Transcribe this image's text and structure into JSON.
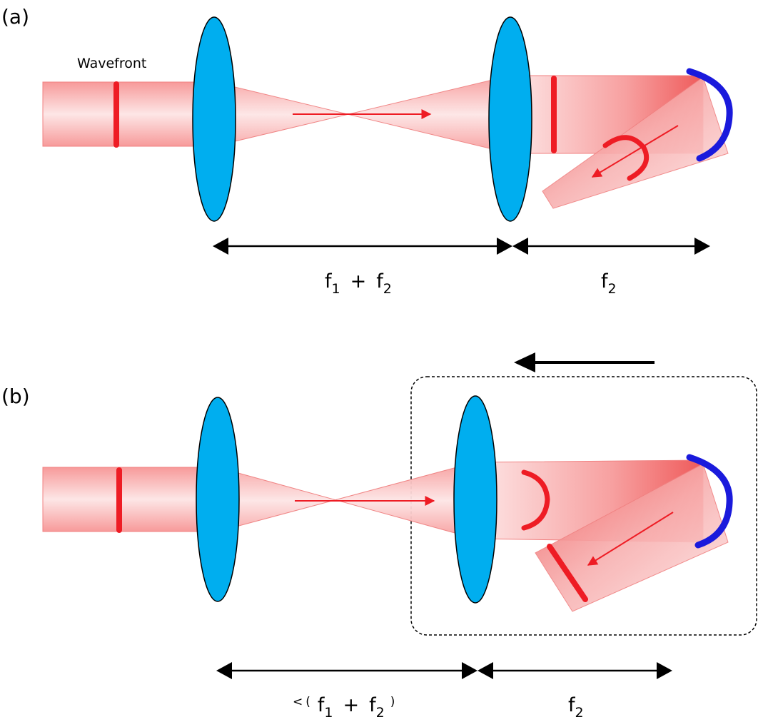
{
  "panels": [
    {
      "letter": "(a)",
      "wavefront_label": "Wavefront",
      "dim_left": {
        "f": "f",
        "sub1": "1",
        "plus": "+",
        "sub2": "2"
      },
      "dim_right": {
        "f": "f",
        "sub": "2"
      }
    },
    {
      "letter": "(b)",
      "dim_left": {
        "lt": "<",
        "open": "(",
        "f": "f",
        "sub1": "1",
        "plus": "+",
        "sub2": "2",
        "close": ")"
      },
      "dim_right": {
        "f": "f",
        "sub": "2"
      }
    }
  ],
  "colors": {
    "beam": "#f8a0a0",
    "beam_edge": "#f07070",
    "wavefront": "#ee1c24",
    "lens": "#00aeef",
    "mirror": "#1a1adc",
    "arrow": "#000000"
  }
}
